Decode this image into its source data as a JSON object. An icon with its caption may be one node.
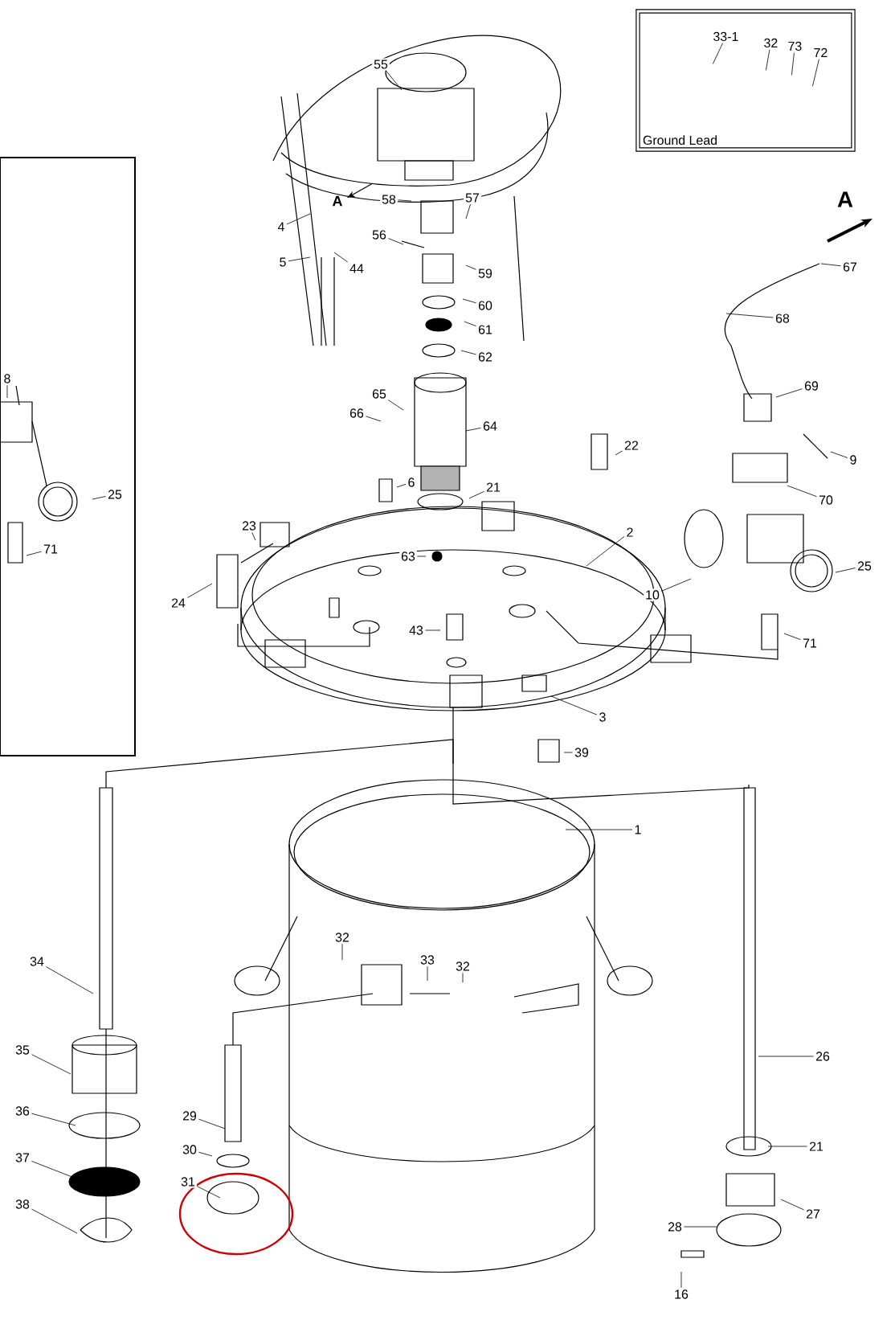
{
  "diagram": {
    "nodes": [
      {
        "text": [],
        "shape": "box"
      },
      {
        "text": [
          "Ground Lead"
        ]
      },
      {
        "text": [
          "55"
        ]
      },
      {
        "text": [
          "33-1"
        ],
        "in": 1
      },
      {
        "text": [
          "32"
        ],
        "in": 1
      },
      {
        "text": [
          "73"
        ],
        "in": 1
      },
      {
        "text": [
          "72"
        ],
        "in": 1
      },
      {
        "text": [
          "58"
        ]
      },
      {
        "text": [
          "57"
        ]
      },
      {
        "text": [
          "4"
        ]
      },
      {
        "text": [
          "56"
        ]
      },
      {
        "text": [
          "5"
        ]
      },
      {
        "text": [
          "44"
        ]
      },
      {
        "text": [
          "67"
        ]
      },
      {
        "text": [
          "59"
        ]
      },
      {
        "text": [
          "60"
        ]
      },
      {
        "text": [
          "68"
        ]
      },
      {
        "text": [
          "61"
        ]
      },
      {
        "text": [
          "62"
        ]
      },
      {
        "text": [
          "8"
        ],
        "in": 0
      },
      {
        "text": [
          "69"
        ]
      },
      {
        "text": [
          "65"
        ]
      },
      {
        "text": [
          "66"
        ]
      },
      {
        "text": [
          "64"
        ]
      },
      {
        "text": [
          "22"
        ]
      },
      {
        "text": [
          "9"
        ]
      },
      {
        "text": [
          "6"
        ]
      },
      {
        "text": [
          "21"
        ]
      },
      {
        "text": [
          "25"
        ],
        "in": 0
      },
      {
        "text": [
          "70"
        ]
      },
      {
        "text": [
          "23"
        ]
      },
      {
        "text": [
          "2"
        ]
      },
      {
        "text": [
          "63"
        ]
      },
      {
        "text": [
          "71"
        ],
        "in": 0
      },
      {
        "text": [
          "25"
        ]
      },
      {
        "text": [
          "10"
        ]
      },
      {
        "text": [
          "24"
        ]
      },
      {
        "text": [
          "43"
        ]
      },
      {
        "text": [
          "71"
        ]
      },
      {
        "text": [
          "3"
        ]
      },
      {
        "text": [
          "39"
        ]
      },
      {
        "text": [
          "1"
        ]
      },
      {
        "text": [
          "32"
        ]
      },
      {
        "text": [
          "33"
        ]
      },
      {
        "text": [
          "34"
        ]
      },
      {
        "text": [
          "32"
        ]
      },
      {
        "text": [
          "35"
        ]
      },
      {
        "text": [
          "26"
        ]
      },
      {
        "text": [
          "36"
        ]
      },
      {
        "text": [
          "29"
        ]
      },
      {
        "text": [
          "37"
        ]
      },
      {
        "text": [
          "21"
        ]
      },
      {
        "text": [
          "30"
        ]
      },
      {
        "text": [
          "31"
        ]
      },
      {
        "text": [
          "38"
        ]
      },
      {
        "text": [
          "27"
        ]
      },
      {
        "text": [
          "28"
        ]
      },
      {
        "text": [
          "16"
        ]
      }
    ],
    "edges": [
      {
        "from": 2,
        "to": null,
        "arrow": "none"
      },
      {
        "from": 3,
        "to": null,
        "arrow": "none"
      },
      {
        "from": 4,
        "to": null,
        "arrow": "none"
      },
      {
        "from": 5,
        "to": null,
        "arrow": "none"
      },
      {
        "from": 6,
        "to": null,
        "arrow": "none"
      },
      {
        "from": 7,
        "to": null,
        "arrow": "none"
      },
      {
        "from": 8,
        "to": null,
        "arrow": "none"
      },
      {
        "from": 9,
        "to": null,
        "arrow": "none"
      },
      {
        "from": 10,
        "to": null,
        "arrow": "none"
      },
      {
        "from": 11,
        "to": null,
        "arrow": "none"
      },
      {
        "from": 12,
        "to": null,
        "arrow": "none"
      },
      {
        "from": 13,
        "to": null,
        "arrow": "none"
      },
      {
        "from": 14,
        "to": null,
        "arrow": "none"
      },
      {
        "from": 15,
        "to": null,
        "arrow": "none"
      },
      {
        "from": 16,
        "to": null,
        "arrow": "none"
      },
      {
        "from": 17,
        "to": null,
        "arrow": "none"
      },
      {
        "from": 18,
        "to": null,
        "arrow": "none"
      },
      {
        "from": 19,
        "to": null,
        "arrow": "none"
      },
      {
        "from": 20,
        "to": null,
        "arrow": "none"
      },
      {
        "from": 21,
        "to": null,
        "arrow": "none"
      },
      {
        "from": 22,
        "to": null,
        "arrow": "none"
      },
      {
        "from": 23,
        "to": null,
        "arrow": "none"
      },
      {
        "from": 24,
        "to": null,
        "arrow": "none"
      },
      {
        "from": 25,
        "to": null,
        "arrow": "none"
      },
      {
        "from": 26,
        "to": null,
        "arrow": "none"
      },
      {
        "from": 27,
        "to": null,
        "arrow": "none"
      },
      {
        "from": 28,
        "to": null,
        "arrow": "none"
      },
      {
        "from": 29,
        "to": null,
        "arrow": "none"
      },
      {
        "from": 30,
        "to": null,
        "arrow": "none"
      },
      {
        "from": 31,
        "to": null,
        "arrow": "none"
      },
      {
        "from": 32,
        "to": null,
        "arrow": "none"
      },
      {
        "from": 33,
        "to": null,
        "arrow": "none"
      },
      {
        "from": 34,
        "to": null,
        "arrow": "none"
      },
      {
        "from": 35,
        "to": null,
        "arrow": "none"
      },
      {
        "from": 36,
        "to": null,
        "arrow": "none"
      },
      {
        "from": 37,
        "to": null,
        "arrow": "none"
      },
      {
        "from": 38,
        "to": null,
        "arrow": "none"
      },
      {
        "from": 39,
        "to": null,
        "arrow": "none"
      },
      {
        "from": 40,
        "to": null,
        "arrow": "none"
      },
      {
        "from": 41,
        "to": null,
        "arrow": "none"
      },
      {
        "from": 42,
        "to": null,
        "arrow": "none"
      },
      {
        "from": 43,
        "to": null,
        "arrow": "none"
      },
      {
        "from": 44,
        "to": null,
        "arrow": "none"
      },
      {
        "from": 45,
        "to": null,
        "arrow": "none"
      },
      {
        "from": 46,
        "to": null,
        "arrow": "none"
      },
      {
        "from": 47,
        "to": null,
        "arrow": "none"
      },
      {
        "from": 48,
        "to": null,
        "arrow": "none"
      },
      {
        "from": 49,
        "to": null,
        "arrow": "none"
      },
      {
        "from": 50,
        "to": null,
        "arrow": "none"
      },
      {
        "from": 51,
        "to": null,
        "arrow": "none"
      },
      {
        "from": 52,
        "to": null,
        "arrow": "none"
      },
      {
        "from": 53,
        "to": null,
        "arrow": "none"
      },
      {
        "from": 54,
        "to": null,
        "arrow": "none"
      },
      {
        "from": 55,
        "to": null,
        "arrow": "none"
      },
      {
        "from": 56,
        "to": null,
        "arrow": "none"
      },
      {
        "from": 57,
        "to": null,
        "arrow": "none"
      }
    ],
    "labels": [
      "A",
      "A"
    ]
  }
}
